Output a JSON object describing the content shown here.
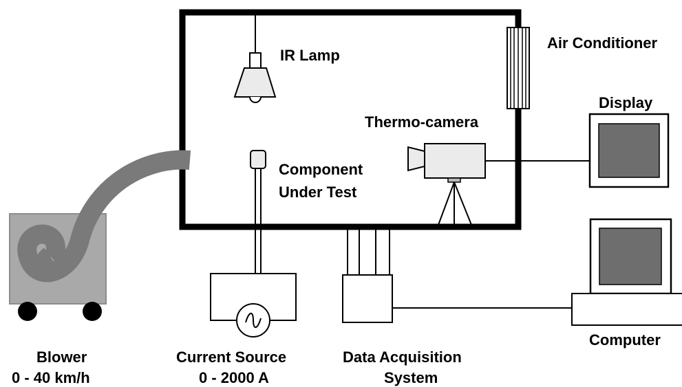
{
  "labels": {
    "ir_lamp": "IR Lamp",
    "air_conditioner": "Air Conditioner",
    "display": "Display",
    "thermo_camera": "Thermo-camera",
    "component_line1": "Component",
    "component_line2": "Under Test",
    "blower_line1": "Blower",
    "blower_line2": "0 - 40 km/h",
    "current_line1": "Current Source",
    "current_line2": "0 - 2000 A",
    "daq_line1": "Data Acquisition",
    "daq_line2": "System",
    "computer": "Computer"
  }
}
